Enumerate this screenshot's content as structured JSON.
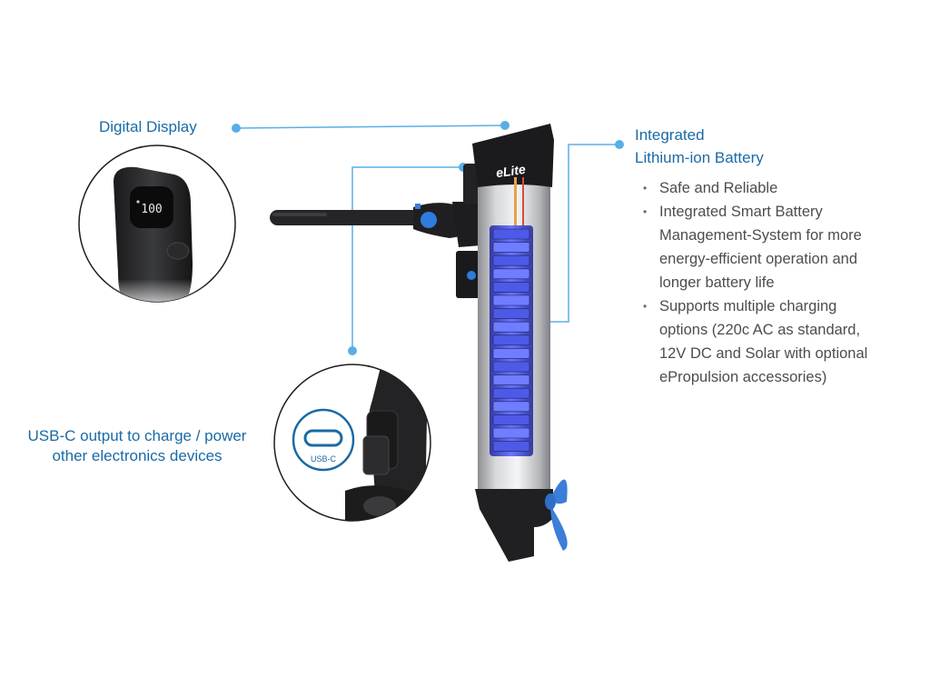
{
  "callouts": {
    "digital_display": "Digital Display",
    "battery_line1": "Integrated",
    "battery_line2": "Lithium-ion Battery",
    "usb_line1": "USB-C output to charge / power",
    "usb_line2": "other electronics devices"
  },
  "features": [
    "Safe and Reliable",
    "Integrated Smart Battery Management-System for more energy-efficient operation and longer battery life",
    "Supports multiple charging options (220c AC as standard, 12V DC and Solar with optional ePropulsion accessories)"
  ],
  "device": {
    "brand_mark": "eLite",
    "display_reading": "100",
    "usb_port_label": "USB-C"
  },
  "colors": {
    "accent": "#1a6aa6",
    "connector": "#5aaee8",
    "battery_glow": "#4a5ee8",
    "propeller": "#3c7ed8"
  }
}
